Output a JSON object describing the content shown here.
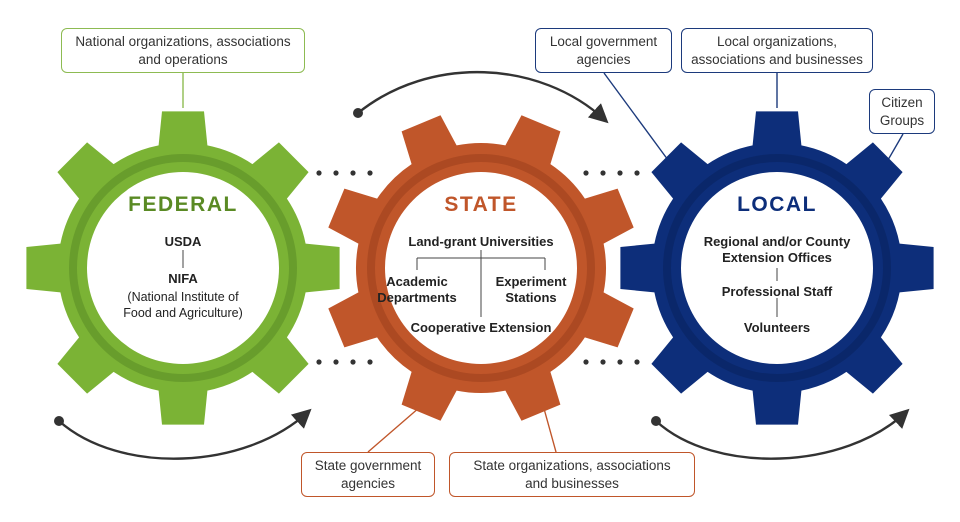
{
  "colors": {
    "federal": "#7bb335",
    "federal_dark": "#5a8a24",
    "state": "#c0562a",
    "state_dark": "#9a3f1c",
    "local": "#0d2e7a",
    "local_dark": "#09225c",
    "arrow": "#333333"
  },
  "federal": {
    "title": "FEDERAL",
    "usda": "USDA",
    "nifa": "NIFA",
    "nifa_full": [
      "(National Institute of",
      "Food and Agriculture)"
    ]
  },
  "state": {
    "title": "STATE",
    "universities": "Land-grant Universities",
    "academic": [
      "Academic",
      "Departments"
    ],
    "experiment": [
      "Experiment",
      "Stations"
    ],
    "extension": "Cooperative Extension"
  },
  "local": {
    "title": "LOCAL",
    "offices": [
      "Regional and/or County",
      "Extension Offices"
    ],
    "staff": "Professional Staff",
    "volunteers": "Volunteers"
  },
  "callouts": {
    "national": [
      "National organizations, associations",
      "and operations"
    ],
    "local_gov": [
      "Local government",
      "agencies"
    ],
    "local_org": [
      "Local organizations,",
      "associations and businesses"
    ],
    "citizen": [
      "Citizen",
      "Groups"
    ],
    "state_gov": [
      "State government",
      "agencies"
    ],
    "state_org": [
      "State organizations, associations",
      "and businesses"
    ]
  }
}
